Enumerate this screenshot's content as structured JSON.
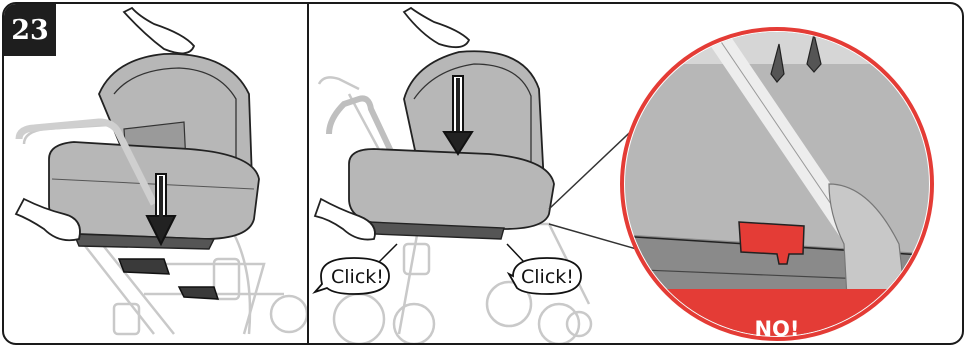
{
  "step_number": "23",
  "callouts": {
    "click_left": "Click!",
    "click_right": "Click!",
    "warning": "NO!"
  },
  "colors": {
    "warning_red": "#e43c36",
    "fabric_gray": "#b7b7b7",
    "frame_line": "#1a1a1a"
  },
  "icons": [
    "down-arrow-icon",
    "down-arrow-icon",
    "zoom-magnifier-circle"
  ]
}
